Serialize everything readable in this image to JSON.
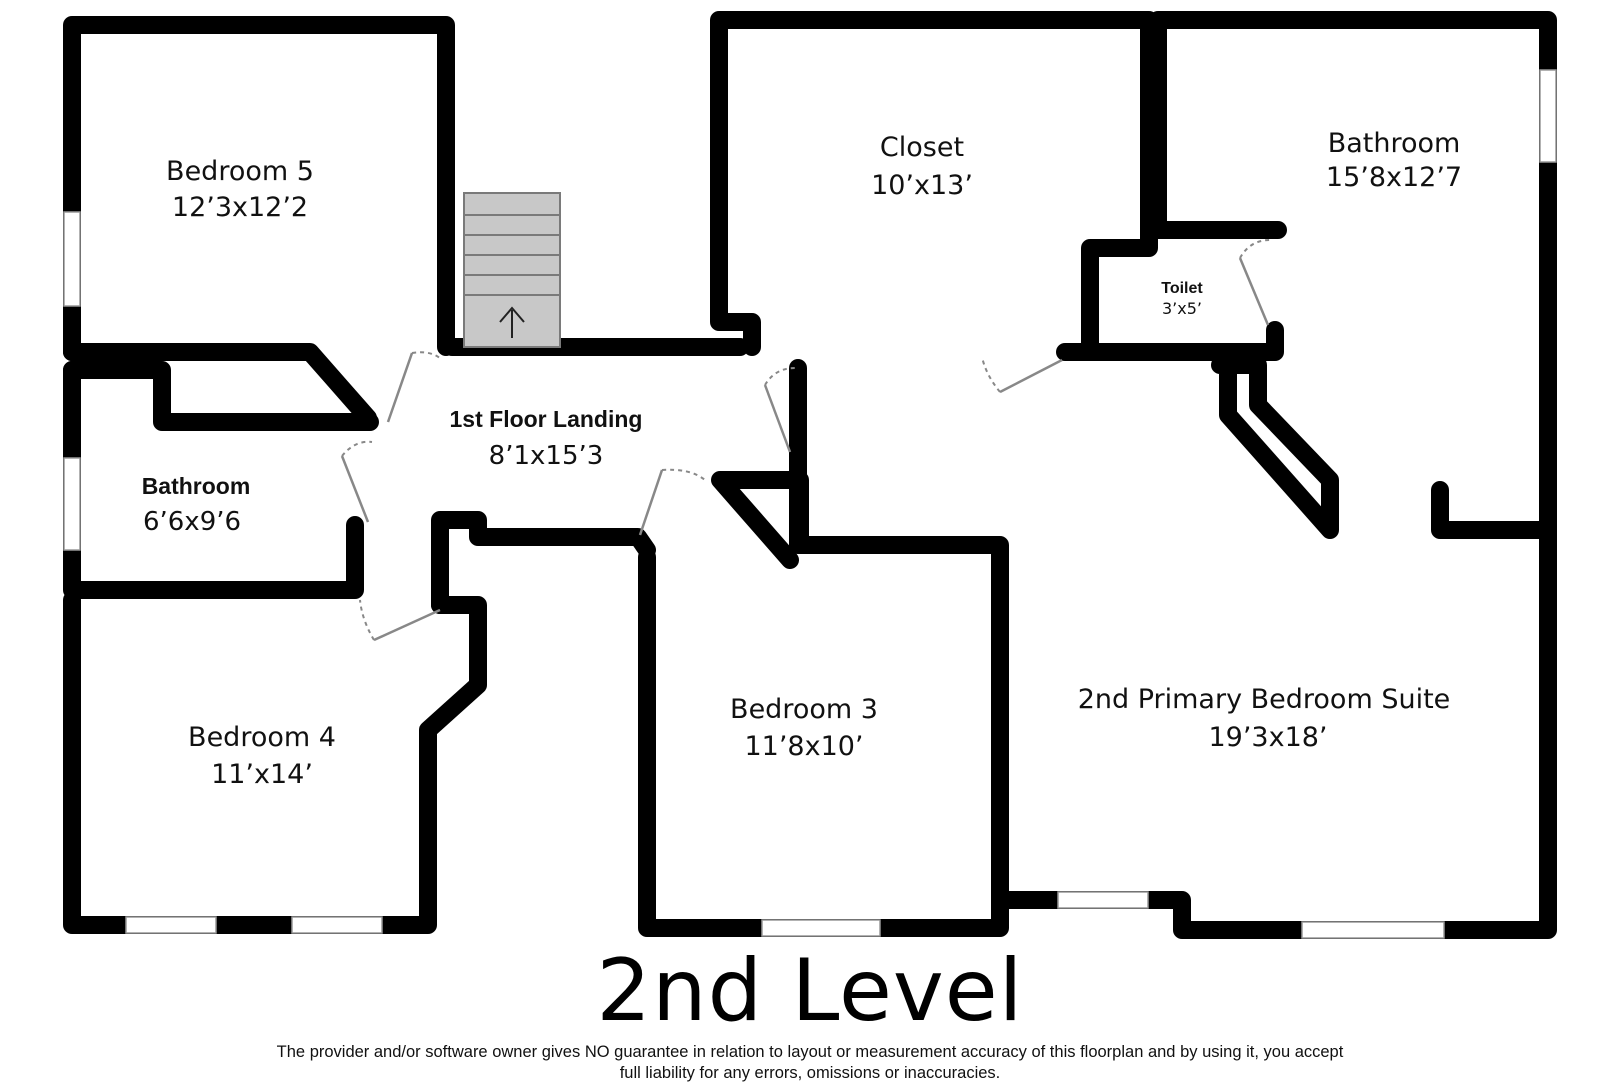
{
  "rooms": {
    "bedroom5": {
      "name": "Bedroom 5",
      "dim": "12’3x12’2"
    },
    "closet": {
      "name": "Closet",
      "dim": "10’x13’"
    },
    "bathroom_primary": {
      "name": "Bathroom",
      "dim": "15’8x12’7"
    },
    "toilet": {
      "name": "Toilet",
      "dim": "3’x5’"
    },
    "landing": {
      "name": "1st Floor Landing",
      "dim": "8’1x15’3"
    },
    "bathroom_small": {
      "name": "Bathroom",
      "dim": "6’6x9’6"
    },
    "bedroom4": {
      "name": "Bedroom 4",
      "dim": "11’x14’"
    },
    "bedroom3": {
      "name": "Bedroom 3",
      "dim": "11’8x10’"
    },
    "primary_suite": {
      "name": "2nd Primary Bedroom Suite",
      "dim": "19’3x18’"
    }
  },
  "level_title": "2nd Level",
  "disclaimer": {
    "line1": "The provider and/or software owner gives NO guarantee in relation to layout or measurement accuracy of this floorplan and by using it, you accept",
    "line2": "full liability for any errors, omissions or inaccuracies."
  },
  "icons": {
    "stair_arrow": "arrow-up-icon"
  }
}
